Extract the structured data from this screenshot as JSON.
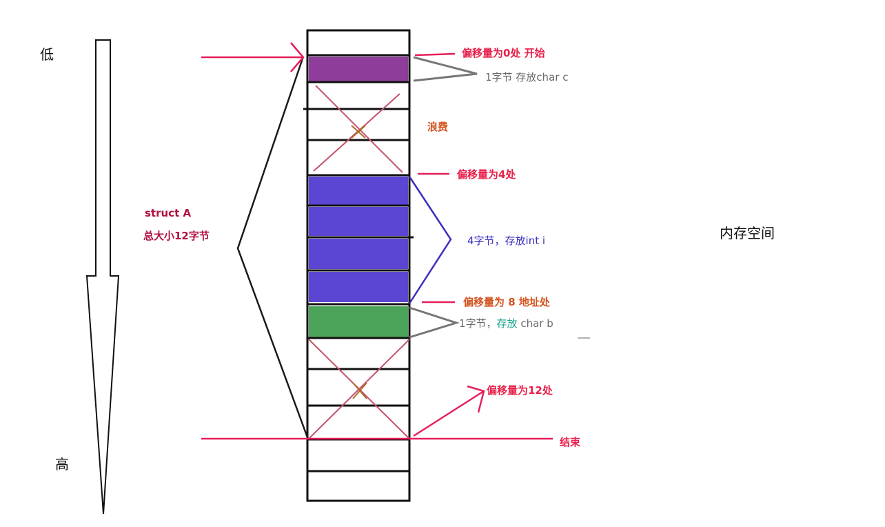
{
  "axis": {
    "top_label": "低",
    "bottom_label": "高"
  },
  "struct": {
    "name": "struct A",
    "size_label": "总大小12字节"
  },
  "annotations": {
    "offset_0": "偏移量为0处 开始",
    "char_c": "1字节 存放char c",
    "waste_1": "浪费",
    "offset_4": "偏移量为4处",
    "int_i": "4字节，存放int i",
    "offset_8": "偏移量为 8 地址处",
    "char_b_prefix": "1字节，",
    "char_b_verb": "存放",
    "char_b_type": " char b",
    "offset_12": "偏移量为12处",
    "end": "结束"
  },
  "title": "内存空间",
  "colors": {
    "red_label": "#e8204a",
    "orange_label": "#d4531e",
    "pink_line": "#e61e5a",
    "char_c_fill": "#8e3d9a",
    "int_fill": "#5a46d2",
    "char_b_fill": "#4ba45a",
    "blue_text": "#3a2fbf",
    "teal_text": "#1aa38a",
    "gray_text": "#6b6b6b",
    "crimson_text": "#b0123f"
  }
}
